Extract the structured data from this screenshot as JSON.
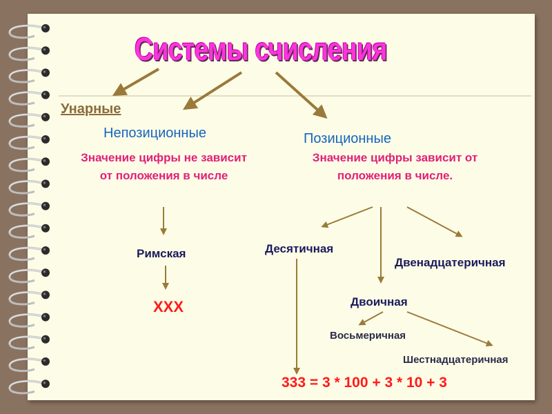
{
  "title": "Системы счисления",
  "unary": "Унарные",
  "non_positional": {
    "heading": "Непозиционные",
    "description": "Значение цифры не зависит от положения в числе",
    "example_system": "Римская",
    "example_number": "XXX"
  },
  "positional": {
    "heading": "Позиционные",
    "description": "Значение цифры зависит от положения в числе.",
    "decimal": "Десятичная",
    "duodecimal": "Двенадцатеричная",
    "binary": "Двоичная",
    "octal": "Восьмеричная",
    "hexadecimal": "Шестнадцатеричная",
    "formula": "333 = 3 * 100 + 3 * 10 + 3"
  },
  "colors": {
    "title": "#ff33dd",
    "arrow": "#9a7a3a",
    "heading": "#1565c0",
    "description": "#e0207a",
    "emphasis": "#ff1a1a"
  }
}
